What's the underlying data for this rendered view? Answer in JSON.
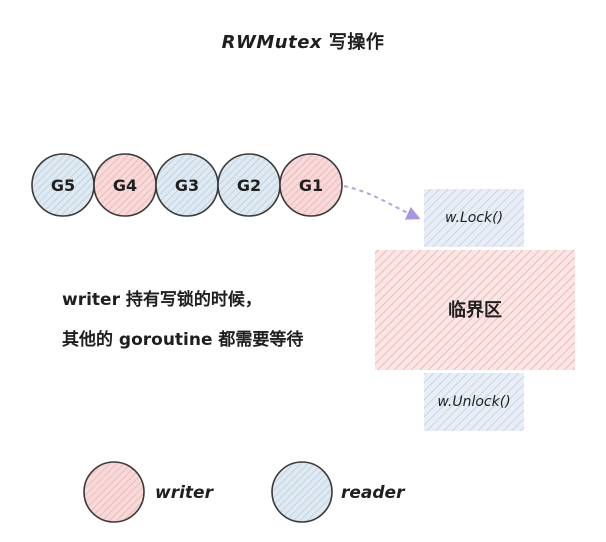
{
  "title": {
    "latin": "RWMutex",
    "cjk": "写操作"
  },
  "queue": [
    {
      "label": "G5",
      "role": "reader"
    },
    {
      "label": "G4",
      "role": "writer"
    },
    {
      "label": "G3",
      "role": "reader"
    },
    {
      "label": "G2",
      "role": "reader"
    },
    {
      "label": "G1",
      "role": "writer"
    }
  ],
  "lock_box": {
    "label": "w.Lock()"
  },
  "critical_section": {
    "label": "临界区"
  },
  "unlock_box": {
    "label": "w.Unlock()"
  },
  "note": {
    "line1": "writer 持有写锁的时候，",
    "line2": "其他的 goroutine 都需要等待"
  },
  "legend": {
    "writer": "writer",
    "reader": "reader"
  },
  "colors": {
    "writer_fill": "#f3c7c7",
    "reader_fill": "#c9dce9",
    "stroke": "#3a3a3a",
    "box_fill": "#dce3ef",
    "critical_fill": "#f6d2d2",
    "arrow": "#b8a8e0"
  }
}
